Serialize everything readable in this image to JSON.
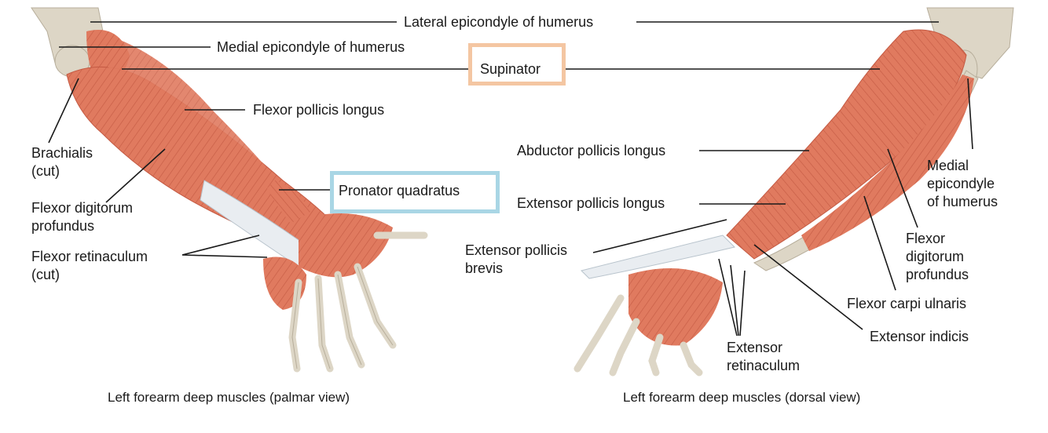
{
  "labels": {
    "lateral_epicondyle": "Lateral epicondyle of humerus",
    "medial_epicondyle_top": "Medial epicondyle of humerus",
    "supinator": "Supinator",
    "flexor_pollicis_longus": "Flexor pollicis longus",
    "brachialis": [
      "Brachialis",
      "(cut)"
    ],
    "flexor_digitorum_profundus_left": [
      "Flexor digitorum",
      "profundus"
    ],
    "pronator_quadratus": "Pronator quadratus",
    "flexor_retinaculum": [
      "Flexor retinaculum",
      "(cut)"
    ],
    "abductor_pollicis_longus": "Abductor pollicis longus",
    "extensor_pollicis_longus": "Extensor pollicis longus",
    "extensor_pollicis_brevis": [
      "Extensor pollicis",
      "brevis"
    ],
    "medial_epicondyle_right": [
      "Medial",
      "epicondyle",
      "of humerus"
    ],
    "flexor_digitorum_profundus_right": [
      "Flexor",
      "digitorum",
      "profundus"
    ],
    "flexor_carpi_ulnaris": "Flexor carpi ulnaris",
    "extensor_indicis": "Extensor indicis",
    "extensor_retinaculum": [
      "Extensor",
      "retinaculum"
    ]
  },
  "captions": {
    "palmar": "Left forearm deep muscles (palmar view)",
    "dorsal": "Left forearm deep muscles (dorsal view)"
  },
  "highlight_colors": {
    "supinator_box": "#f4c6a2",
    "pronator_box": "#a9d6e5"
  },
  "colors": {
    "muscle": "#e07a5f",
    "muscle_dark": "#c45a43",
    "bone": "#ddd6c6",
    "tendon": "#e9edf1",
    "leader": "#1a1a1a"
  }
}
